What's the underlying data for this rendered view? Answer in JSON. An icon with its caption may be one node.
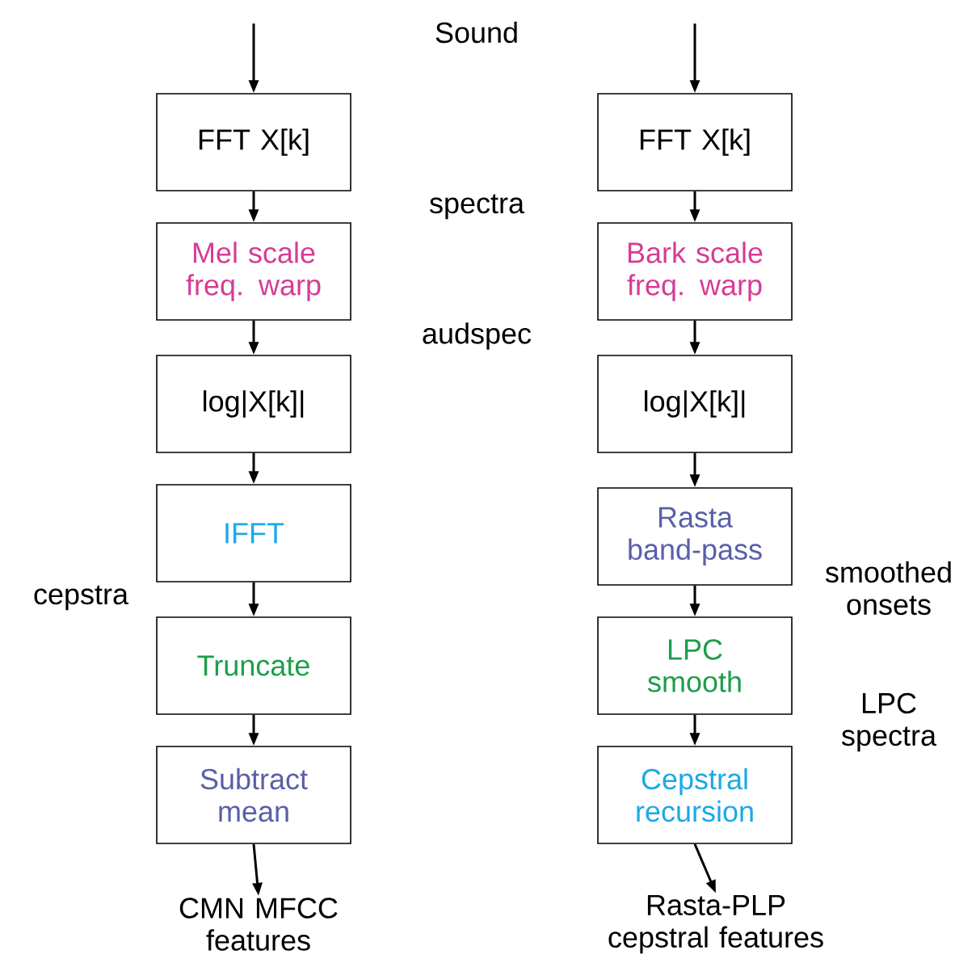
{
  "diagram": {
    "nodes": [
      {
        "text": [
          "FFT X[k]"
        ]
      },
      {
        "text": [
          "Mel scale freq. warp"
        ]
      },
      {
        "text": [
          "log|X[k]|"
        ]
      },
      {
        "text": [
          "IFFT"
        ]
      },
      {
        "text": [
          "Truncate"
        ]
      },
      {
        "text": [
          "Subtract mean"
        ]
      },
      {
        "text": [
          "FFT X[k]"
        ]
      },
      {
        "text": [
          "Bark scale freq. warp"
        ]
      },
      {
        "text": [
          "log|X[k]|"
        ]
      },
      {
        "text": [
          "Rasta band-pass"
        ]
      },
      {
        "text": [
          "LPC smooth"
        ]
      },
      {
        "text": [
          "Cepstral recursion"
        ]
      },
      {
        "text": [
          "CMN MFCC features"
        ]
      },
      {
        "text": [
          "Rasta-PLP cepstral features"
        ]
      }
    ],
    "edges": [
      {
        "from": null,
        "to": 0,
        "arrow": "to"
      },
      {
        "from": 0,
        "to": 1,
        "arrow": "to"
      },
      {
        "from": 1,
        "to": 2,
        "arrow": "to"
      },
      {
        "from": 2,
        "to": 3,
        "arrow": "to"
      },
      {
        "from": 3,
        "to": 4,
        "arrow": "to"
      },
      {
        "from": 4,
        "to": 5,
        "arrow": "to"
      },
      {
        "from": 5,
        "to": 12,
        "arrow": "to"
      },
      {
        "from": null,
        "to": 6,
        "arrow": "to"
      },
      {
        "from": 6,
        "to": 7,
        "arrow": "to"
      },
      {
        "from": 7,
        "to": 8,
        "arrow": "to"
      },
      {
        "from": 8,
        "to": 9,
        "arrow": "to"
      },
      {
        "from": 9,
        "to": 10,
        "arrow": "to"
      },
      {
        "from": 10,
        "to": 11,
        "arrow": "to"
      },
      {
        "from": 11,
        "to": 13,
        "arrow": "to"
      }
    ],
    "labels": [
      "Sound",
      "spectra",
      "audspec",
      "cepstra",
      "smoothed onsets",
      "LPC spectra"
    ]
  }
}
